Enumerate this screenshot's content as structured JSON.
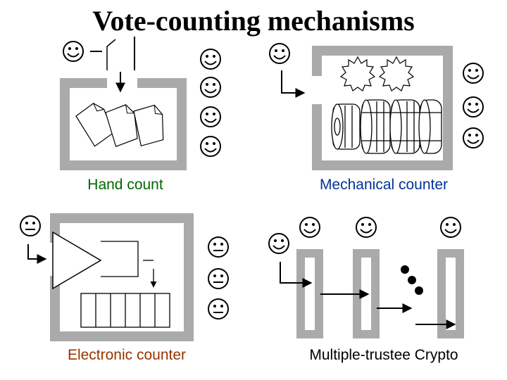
{
  "title": "Vote-counting mechanisms",
  "panels": {
    "hand": {
      "caption": "Hand count"
    },
    "mechanical": {
      "caption": "Mechanical counter"
    },
    "electronic": {
      "caption": "Electronic counter"
    },
    "crypto": {
      "caption": "Multiple-trustee Crypto"
    }
  },
  "colors": {
    "wall": "#aaaaaa",
    "hand_caption": "#006600",
    "mechanical_caption": "#003399",
    "electronic_caption": "#993300",
    "crypto_caption": "#000000"
  },
  "icons": {
    "happy": "smiley-face-icon",
    "neutral": "neutral-face-icon"
  }
}
